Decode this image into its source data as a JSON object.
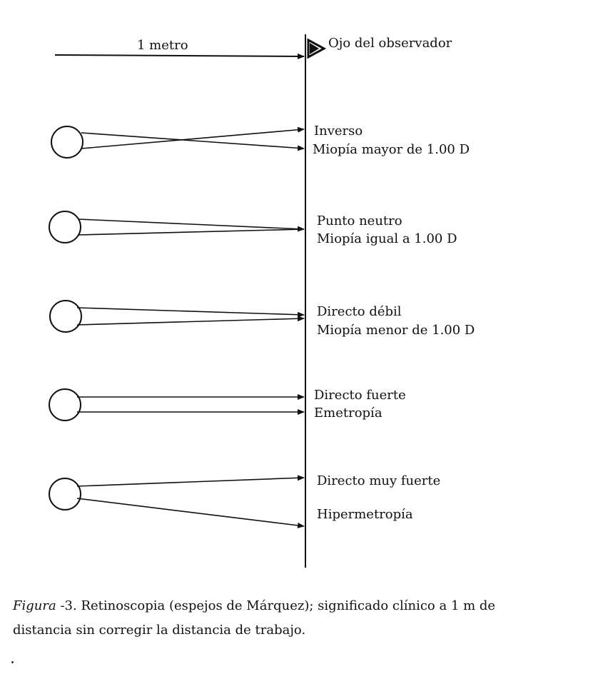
{
  "diagram": {
    "distance_label": "1 metro",
    "observer_label": "Ojo del observador",
    "cases": [
      {
        "title": "Inverso",
        "subtitle": "Miopía mayor de 1.00 D"
      },
      {
        "title": "Punto neutro",
        "subtitle": "Miopía igual a 1.00 D"
      },
      {
        "title": "Directo débil",
        "subtitle": "Miopía menor de 1.00 D"
      },
      {
        "title": "Directo fuerte",
        "subtitle": "Emetropía"
      },
      {
        "title": "Directo muy fuerte",
        "subtitle": "Hipermetropía"
      }
    ]
  },
  "caption": {
    "figure_word": "Figura",
    "figure_number": "-3.",
    "text_line1": "Retinoscopia (espejos de Márquez); significado clínico a 1 m de",
    "text_line2": "distancia sin corregir la distancia de trabajo."
  },
  "colors": {
    "ink": "#111111",
    "background": "#ffffff"
  }
}
